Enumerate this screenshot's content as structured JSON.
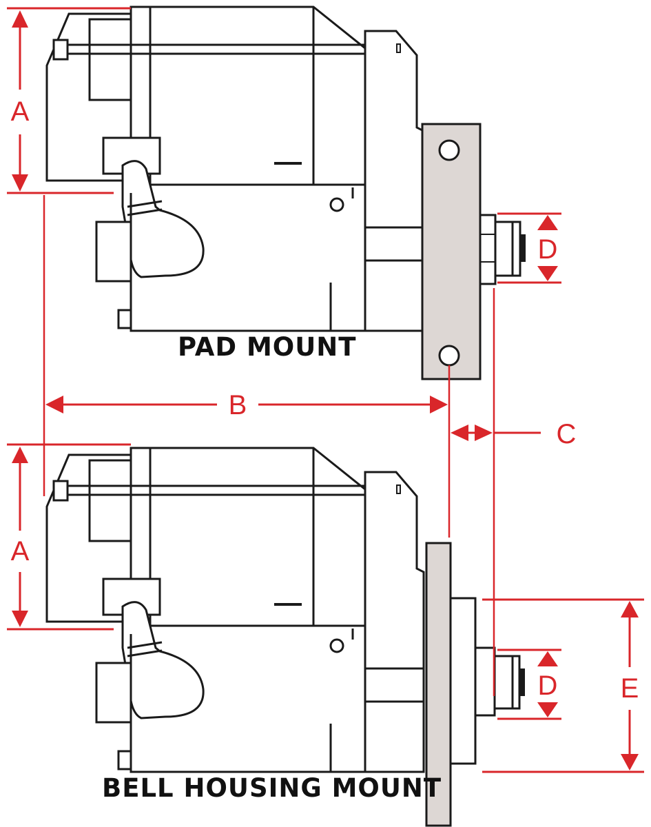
{
  "captions": {
    "pad": "PAD MOUNT",
    "bell": "BELL HOUSING MOUNT"
  },
  "dimensions": {
    "a_top": "A",
    "a_bottom": "A",
    "b": "B",
    "c": "C",
    "d_top": "D",
    "d_bottom": "D",
    "e": "E"
  },
  "colors": {
    "dimension": "#d9262a",
    "outline": "#1a1a1a",
    "plate": "#ddd7d4"
  }
}
